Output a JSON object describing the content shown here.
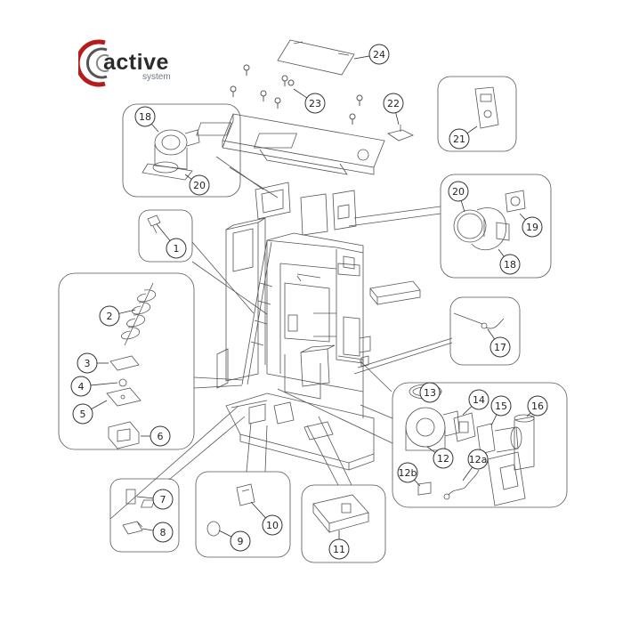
{
  "brand": {
    "name": "active",
    "tagline": "system",
    "accent_color": "#b51d1d",
    "text_color": "#2b2b2b"
  },
  "callouts": [
    {
      "id": "c1",
      "label": "1"
    },
    {
      "id": "c2",
      "label": "2"
    },
    {
      "id": "c3",
      "label": "3"
    },
    {
      "id": "c4",
      "label": "4"
    },
    {
      "id": "c5",
      "label": "5"
    },
    {
      "id": "c6",
      "label": "6"
    },
    {
      "id": "c7",
      "label": "7"
    },
    {
      "id": "c8",
      "label": "8"
    },
    {
      "id": "c9",
      "label": "9"
    },
    {
      "id": "c10",
      "label": "10"
    },
    {
      "id": "c11",
      "label": "11"
    },
    {
      "id": "c12",
      "label": "12"
    },
    {
      "id": "c12a",
      "label": "12a"
    },
    {
      "id": "c12b",
      "label": "12b"
    },
    {
      "id": "c13",
      "label": "13"
    },
    {
      "id": "c14",
      "label": "14"
    },
    {
      "id": "c15",
      "label": "15"
    },
    {
      "id": "c16",
      "label": "16"
    },
    {
      "id": "c17",
      "label": "17"
    },
    {
      "id": "c18a",
      "label": "18"
    },
    {
      "id": "c18b",
      "label": "18"
    },
    {
      "id": "c19",
      "label": "19"
    },
    {
      "id": "c20a",
      "label": "20"
    },
    {
      "id": "c20b",
      "label": "20"
    },
    {
      "id": "c21",
      "label": "21"
    },
    {
      "id": "c22",
      "label": "22"
    },
    {
      "id": "c23",
      "label": "23"
    },
    {
      "id": "c24",
      "label": "24"
    }
  ]
}
